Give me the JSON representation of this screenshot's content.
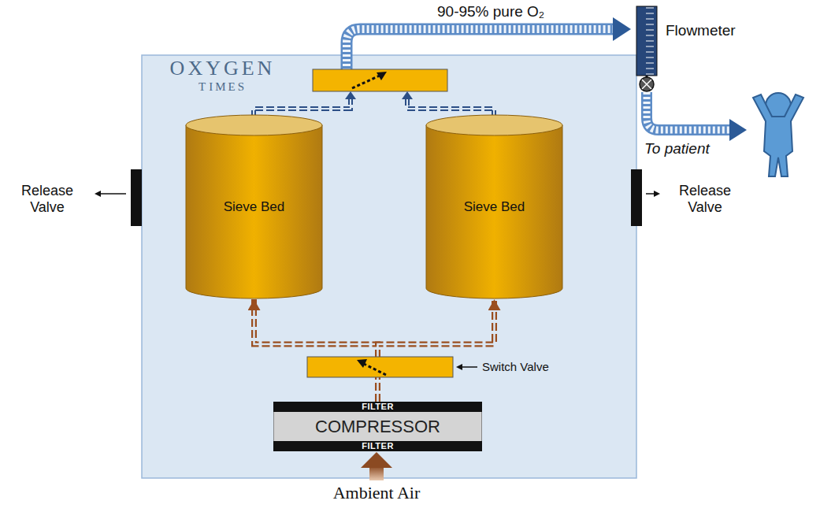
{
  "diagram": {
    "nodes": [
      {
        "text": [
          "OXYGEN TIMES"
        ]
      },
      {
        "text": [
          "Sieve Bed"
        ],
        "in": 0
      },
      {
        "text": [
          "Sieve Bed"
        ],
        "in": 0
      },
      {
        "text": [
          "FILTER",
          "COMPRESSOR",
          "FILTER"
        ],
        "in": 0
      }
    ],
    "edges": [
      {
        "from": 3,
        "to": 1,
        "arrow": "to"
      },
      {
        "from": 3,
        "to": 2,
        "arrow": "to"
      }
    ],
    "labels": [
      "90-95% pure O₂",
      "Flowmeter",
      "Release Valve",
      "Release Valve",
      "Switch Valve",
      "To patient",
      "Ambient Air"
    ]
  }
}
